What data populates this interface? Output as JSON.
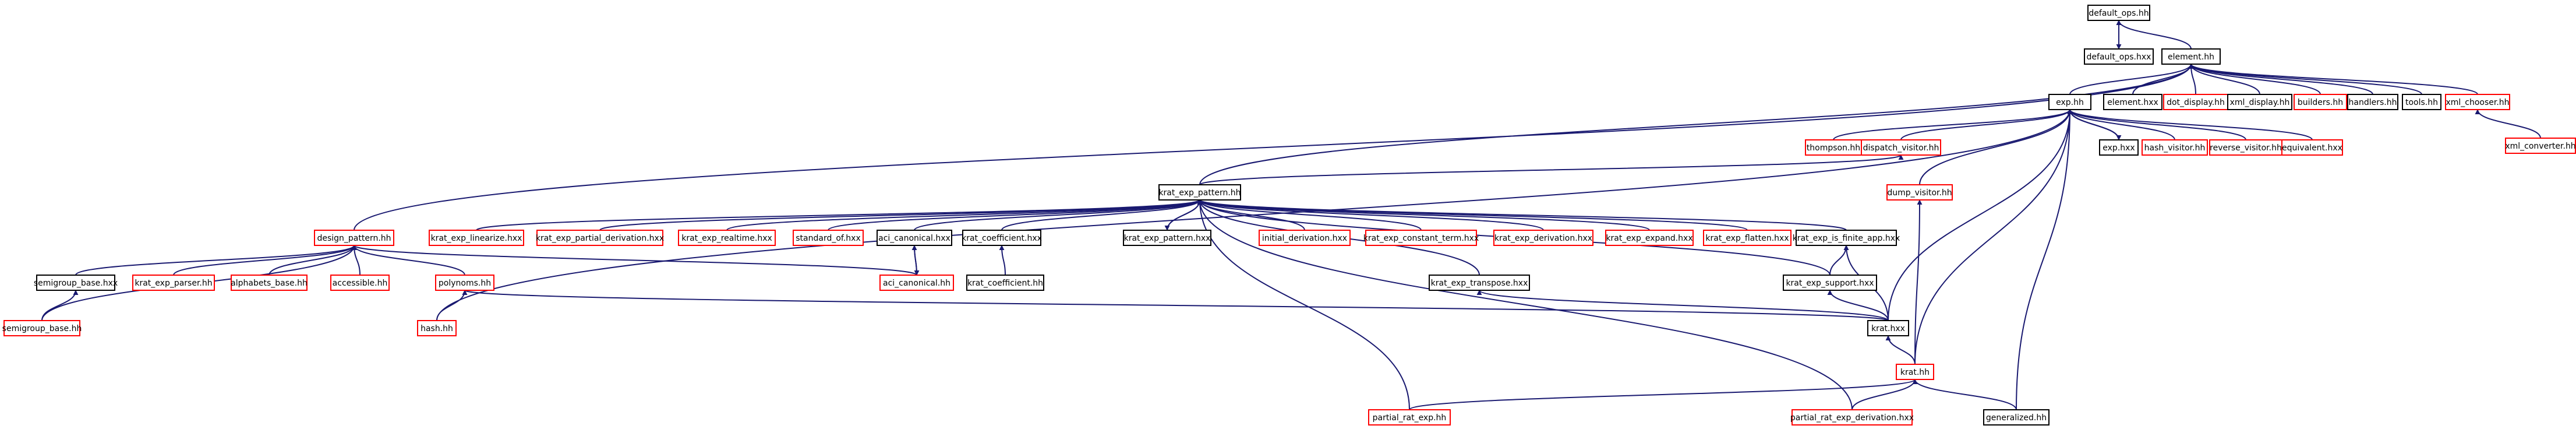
{
  "colors": {
    "edge": "#191970",
    "border_documented": "#000000",
    "border_undocumented": "#ff0000",
    "highlight_fill": "#bfbfbf",
    "background": "#ffffff"
  },
  "nodes": [
    {
      "id": "default_ops_hh",
      "label": "default_ops.hh",
      "kind": "highlight"
    },
    {
      "id": "default_ops_hxx",
      "label": "default_ops.hxx",
      "kind": "documented"
    },
    {
      "id": "element_hh",
      "label": "element.hh",
      "kind": "documented"
    },
    {
      "id": "design_pattern_hh",
      "label": "design_pattern.hh",
      "kind": "undocumented"
    },
    {
      "id": "exp_hh",
      "label": "exp.hh",
      "kind": "documented"
    },
    {
      "id": "element_hxx",
      "label": "element.hxx",
      "kind": "documented"
    },
    {
      "id": "dot_display_hh",
      "label": "dot_display.hh",
      "kind": "undocumented"
    },
    {
      "id": "xml_display_hh",
      "label": "xml_display.hh",
      "kind": "documented"
    },
    {
      "id": "builders_hh",
      "label": "builders.hh",
      "kind": "undocumented"
    },
    {
      "id": "handlers_hh",
      "label": "handlers.hh",
      "kind": "documented"
    },
    {
      "id": "tools_hh",
      "label": "tools.hh",
      "kind": "documented"
    },
    {
      "id": "xml_chooser_hh",
      "label": "xml_chooser.hh",
      "kind": "undocumented"
    },
    {
      "id": "xml_converter_hh",
      "label": "xml_converter.hh",
      "kind": "undocumented"
    },
    {
      "id": "thompson_hh",
      "label": "thompson.hh",
      "kind": "undocumented"
    },
    {
      "id": "dispatch_visitor_hh",
      "label": "dispatch_visitor.hh",
      "kind": "undocumented"
    },
    {
      "id": "exp_hxx",
      "label": "exp.hxx",
      "kind": "documented"
    },
    {
      "id": "hash_visitor_hh",
      "label": "hash_visitor.hh",
      "kind": "undocumented"
    },
    {
      "id": "reverse_visitor_hh",
      "label": "reverse_visitor.hh",
      "kind": "undocumented"
    },
    {
      "id": "equivalent_hxx",
      "label": "equivalent.hxx",
      "kind": "undocumented"
    },
    {
      "id": "dump_visitor_hh",
      "label": "dump_visitor.hh",
      "kind": "undocumented"
    },
    {
      "id": "krat_exp_pattern_hh",
      "label": "krat_exp_pattern.hh",
      "kind": "documented"
    },
    {
      "id": "krat_exp_linearize_hxx",
      "label": "krat_exp_linearize.hxx",
      "kind": "undocumented"
    },
    {
      "id": "krat_exp_partial_derivation_hxx",
      "label": "krat_exp_partial_derivation.hxx",
      "kind": "undocumented"
    },
    {
      "id": "krat_exp_realtime_hxx",
      "label": "krat_exp_realtime.hxx",
      "kind": "undocumented"
    },
    {
      "id": "standard_of_hxx",
      "label": "standard_of.hxx",
      "kind": "undocumented"
    },
    {
      "id": "aci_canonical_hxx",
      "label": "aci_canonical.hxx",
      "kind": "documented"
    },
    {
      "id": "krat_coefficient_hxx",
      "label": "krat_coefficient.hxx",
      "kind": "documented"
    },
    {
      "id": "krat_exp_pattern_hxx",
      "label": "krat_exp_pattern.hxx",
      "kind": "documented"
    },
    {
      "id": "initial_derivation_hxx",
      "label": "initial_derivation.hxx",
      "kind": "undocumented"
    },
    {
      "id": "krat_exp_constant_term_hxx",
      "label": "krat_exp_constant_term.hxx",
      "kind": "undocumented"
    },
    {
      "id": "krat_exp_derivation_hxx",
      "label": "krat_exp_derivation.hxx",
      "kind": "undocumented"
    },
    {
      "id": "krat_exp_expand_hxx",
      "label": "krat_exp_expand.hxx",
      "kind": "undocumented"
    },
    {
      "id": "krat_exp_flatten_hxx",
      "label": "krat_exp_flatten.hxx",
      "kind": "undocumented"
    },
    {
      "id": "krat_exp_is_finite_app_hxx",
      "label": "krat_exp_is_finite_app.hxx",
      "kind": "documented"
    },
    {
      "id": "semigroup_base_hxx",
      "label": "semigroup_base.hxx",
      "kind": "documented"
    },
    {
      "id": "krat_exp_parser_hh",
      "label": "krat_exp_parser.hh",
      "kind": "undocumented"
    },
    {
      "id": "alphabets_base_hh",
      "label": "alphabets_base.hh",
      "kind": "undocumented"
    },
    {
      "id": "accessible_hh",
      "label": "accessible.hh",
      "kind": "undocumented"
    },
    {
      "id": "polynoms_hh",
      "label": "polynoms.hh",
      "kind": "undocumented"
    },
    {
      "id": "aci_canonical_hh",
      "label": "aci_canonical.hh",
      "kind": "undocumented"
    },
    {
      "id": "krat_coefficient_hh",
      "label": "krat_coefficient.hh",
      "kind": "documented"
    },
    {
      "id": "krat_exp_transpose_hxx",
      "label": "krat_exp_transpose.hxx",
      "kind": "documented"
    },
    {
      "id": "krat_exp_support_hxx",
      "label": "krat_exp_support.hxx",
      "kind": "documented"
    },
    {
      "id": "semigroup_base_hh",
      "label": "semigroup_base.hh",
      "kind": "undocumented"
    },
    {
      "id": "hash_hh",
      "label": "hash.hh",
      "kind": "undocumented"
    },
    {
      "id": "krat_hxx",
      "label": "krat.hxx",
      "kind": "documented"
    },
    {
      "id": "krat_hh",
      "label": "krat.hh",
      "kind": "undocumented"
    },
    {
      "id": "partial_rat_exp_hh",
      "label": "partial_rat_exp.hh",
      "kind": "undocumented"
    },
    {
      "id": "partial_rat_exp_derivation_hxx",
      "label": "partial_rat_exp_derivation.hxx",
      "kind": "undocumented"
    },
    {
      "id": "generalized_hh",
      "label": "generalized.hh",
      "kind": "documented"
    }
  ],
  "edges": [
    [
      "default_ops_hxx",
      "default_ops_hh"
    ],
    [
      "element_hh",
      "default_ops_hh"
    ],
    [
      "default_ops_hh",
      "default_ops_hxx"
    ],
    [
      "design_pattern_hh",
      "element_hh"
    ],
    [
      "exp_hh",
      "element_hh"
    ],
    [
      "element_hxx",
      "element_hh"
    ],
    [
      "dot_display_hh",
      "element_hh"
    ],
    [
      "xml_display_hh",
      "element_hh"
    ],
    [
      "builders_hh",
      "element_hh"
    ],
    [
      "handlers_hh",
      "element_hh"
    ],
    [
      "tools_hh",
      "element_hh"
    ],
    [
      "xml_chooser_hh",
      "element_hh"
    ],
    [
      "krat_exp_pattern_hh",
      "element_hh"
    ],
    [
      "xml_converter_hh",
      "xml_chooser_hh"
    ],
    [
      "thompson_hh",
      "exp_hh"
    ],
    [
      "dispatch_visitor_hh",
      "exp_hh"
    ],
    [
      "exp_hxx",
      "exp_hh"
    ],
    [
      "hash_visitor_hh",
      "exp_hh"
    ],
    [
      "reverse_visitor_hh",
      "exp_hh"
    ],
    [
      "equivalent_hxx",
      "exp_hh"
    ],
    [
      "dump_visitor_hh",
      "exp_hh"
    ],
    [
      "krat_hxx",
      "exp_hh"
    ],
    [
      "krat_hh",
      "exp_hh"
    ],
    [
      "generalized_hh",
      "exp_hh"
    ],
    [
      "hash_hh",
      "exp_hh"
    ],
    [
      "krat_exp_pattern_hh",
      "dispatch_visitor_hh"
    ],
    [
      "exp_hh",
      "exp_hxx"
    ],
    [
      "krat_exp_linearize_hxx",
      "krat_exp_pattern_hh"
    ],
    [
      "krat_exp_partial_derivation_hxx",
      "krat_exp_pattern_hh"
    ],
    [
      "krat_exp_realtime_hxx",
      "krat_exp_pattern_hh"
    ],
    [
      "standard_of_hxx",
      "krat_exp_pattern_hh"
    ],
    [
      "aci_canonical_hxx",
      "krat_exp_pattern_hh"
    ],
    [
      "krat_coefficient_hxx",
      "krat_exp_pattern_hh"
    ],
    [
      "krat_exp_pattern_hxx",
      "krat_exp_pattern_hh"
    ],
    [
      "initial_derivation_hxx",
      "krat_exp_pattern_hh"
    ],
    [
      "krat_exp_constant_term_hxx",
      "krat_exp_pattern_hh"
    ],
    [
      "krat_exp_derivation_hxx",
      "krat_exp_pattern_hh"
    ],
    [
      "krat_exp_expand_hxx",
      "krat_exp_pattern_hh"
    ],
    [
      "krat_exp_flatten_hxx",
      "krat_exp_pattern_hh"
    ],
    [
      "krat_exp_is_finite_app_hxx",
      "krat_exp_pattern_hh"
    ],
    [
      "krat_exp_support_hxx",
      "krat_exp_pattern_hh"
    ],
    [
      "krat_exp_transpose_hxx",
      "krat_exp_pattern_hh"
    ],
    [
      "partial_rat_exp_hh",
      "krat_exp_pattern_hh"
    ],
    [
      "partial_rat_exp_derivation_hxx",
      "krat_exp_pattern_hh"
    ],
    [
      "krat_exp_pattern_hh",
      "krat_exp_pattern_hxx"
    ],
    [
      "aci_canonical_hh",
      "aci_canonical_hxx"
    ],
    [
      "aci_canonical_hxx",
      "aci_canonical_hh"
    ],
    [
      "krat_coefficient_hh",
      "krat_coefficient_hxx"
    ],
    [
      "krat_exp_support_hxx",
      "krat_exp_is_finite_app_hxx"
    ],
    [
      "krat_hxx",
      "krat_exp_is_finite_app_hxx"
    ],
    [
      "krat_hxx",
      "krat_exp_support_hxx"
    ],
    [
      "krat_hxx",
      "krat_exp_transpose_hxx"
    ],
    [
      "krat_hh",
      "krat_hxx"
    ],
    [
      "partial_rat_exp_hh",
      "krat_hh"
    ],
    [
      "partial_rat_exp_derivation_hxx",
      "krat_hh"
    ],
    [
      "generalized_hh",
      "krat_hh"
    ],
    [
      "krat_hh",
      "dump_visitor_hh"
    ],
    [
      "semigroup_base_hxx",
      "design_pattern_hh"
    ],
    [
      "krat_exp_parser_hh",
      "design_pattern_hh"
    ],
    [
      "alphabets_base_hh",
      "design_pattern_hh"
    ],
    [
      "accessible_hh",
      "design_pattern_hh"
    ],
    [
      "polynoms_hh",
      "design_pattern_hh"
    ],
    [
      "aci_canonical_hh",
      "design_pattern_hh"
    ],
    [
      "semigroup_base_hh",
      "design_pattern_hh"
    ],
    [
      "semigroup_base_hh",
      "semigroup_base_hxx"
    ],
    [
      "hash_hh",
      "polynoms_hh"
    ],
    [
      "krat_hxx",
      "polynoms_hh"
    ]
  ]
}
